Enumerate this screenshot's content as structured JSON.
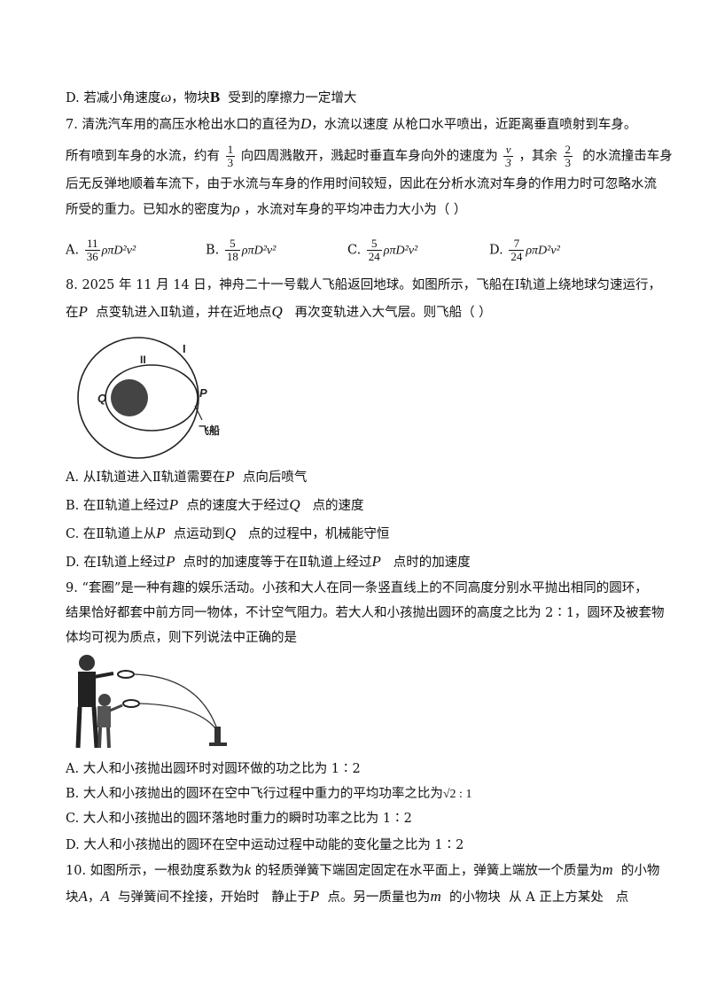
{
  "lines": {
    "d6": "D. 若减小角速度",
    "d6_sym": "ω",
    "d6_mid": "，物块",
    "d6_sym2": "B",
    "d6_end": "受到的摩擦力一定增大",
    "q7_a": "7. 清洗汽车用的高压水枪出水口的直径为",
    "q7_D": "D",
    "q7_b": "，水流以速度    从枪口水平喷出，近距离垂直喷射到车身。",
    "q7_c": "所有喷到车身的水流，约有",
    "q7_f1n": "1",
    "q7_f1d": "3",
    "q7_d": "向四周溅散开，溅起时垂直车身向外的速度为",
    "q7_f2n": "v",
    "q7_f2d": "3",
    "q7_e": "，其余",
    "q7_f3n": "2",
    "q7_f3d": "3",
    "q7_f": "的水流撞击车身",
    "q7_g": "后无反弹地顺着车流下，由于水流与车身的作用时间较短，因此在分析水流对车身的作用力时可忽略水流",
    "q7_h": "所受的重力。已知水的密度为",
    "q7_rho": "ρ",
    "q7_i": "，水流对车身的平均冲击力大小为（          ）",
    "q8_a": "8. 2025 年  11 月  14 日，神舟二十一号载人飞船返回地球。如图所示，飞船在Ⅰ轨道上绕地球匀速运行，",
    "q8_b1": "在",
    "q8_P": "P",
    "q8_b2": "点变轨进入Ⅱ轨道，并在近地点",
    "q8_Q": "Q",
    "q8_b3": "再次变轨进入大气层。则飞船（          ）",
    "q8_A1": "A. 从Ⅰ轨道进入Ⅱ轨道需要在",
    "q8_A2": "点向后喷气",
    "q8_B1": "B. 在Ⅱ轨道上经过",
    "q8_B2": "点的速度大于经过",
    "q8_B3": "点的速度",
    "q8_C1": "C. 在Ⅱ轨道上从",
    "q8_C2": "点运动到",
    "q8_C3": "点的过程中，机械能守恒",
    "q8_D1": "D. 在Ⅰ轨道上经过",
    "q8_D2": "点时的加速度等于在Ⅱ轨道上经过",
    "q8_D3": "点时的加速度",
    "q9_a": "9. “套圈”是一种有趣的娱乐活动。小孩和大人在同一条竖直线上的不同高度分别水平抛出相同的圆环，",
    "q9_b": "结果恰好都套中前方同一物体，不计空气阻力。若大人和小孩抛出圆环的高度之比为 2∶1，圆环及被套物",
    "q9_c": "体均可视为质点，则下列说法中正确的是",
    "q9_A": "A. 大人和小孩抛出圆环时对圆环做的功之比为  1∶2",
    "q9_B": "B. 大人和小孩抛出的圆环在空中飞行过程中重力的平均功率之比为",
    "q9_B_val": "√2 : 1",
    "q9_C": "C. 大人和小孩抛出的圆环落地时重力的瞬时功率之比为  1∶2",
    "q9_D": "D. 大人和小孩抛出的圆环在空中运动过程中动能的变化量之比为  1∶2",
    "q10_a": "10. 如图所示，一根劲度系数为",
    "q10_k": "k",
    "q10_b": "的轻质弹簧下端固定固定在水平面上，弹簧上端放一个质量为",
    "q10_m": "m",
    "q10_c": "的小物",
    "q10_d1": "块",
    "q10_A": "A",
    "q10_d2": "，",
    "q10_A2": "A",
    "q10_d3": "与弹簧间不拴接，开始时",
    "q10_d4": "静止于",
    "q10_P": "P",
    "q10_d5": "点。另一质量也为",
    "q10_m2": "m",
    "q10_d6": "的小物块",
    "q10_d7": "从 A 正上方某处",
    "q10_d8": "点"
  },
  "q7_options": [
    {
      "label": "A.",
      "coef_n": "11",
      "coef_d": "36"
    },
    {
      "label": "B.",
      "coef_n": "5",
      "coef_d": "18"
    },
    {
      "label": "C.",
      "coef_n": "5",
      "coef_d": "24"
    },
    {
      "label": "D.",
      "coef_n": "7",
      "coef_d": "24"
    }
  ],
  "q7_expr": "ρπD²v²",
  "fig8": {
    "label_I": "I",
    "label_II": "II",
    "label_Q": "Q",
    "label_P": "P",
    "label_ship": "飞船"
  }
}
